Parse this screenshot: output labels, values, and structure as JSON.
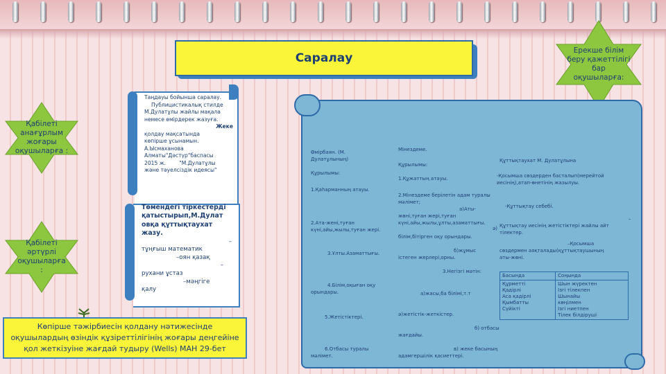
{
  "title": "Саралау",
  "stars": {
    "left_top": "Қабілеті\nанағұрлым\nжоғары\nоқушыларға :",
    "left_bottom": "Қабілеті\nәртүрлі\nоқушыларға\n:",
    "right_top": "Ерекше білім\nберу қажеттілігі\nбар\nоқушыларға:"
  },
  "scroll1": {
    "lines": [
      "Таңдауы бойынша саралау.",
      "Публицистикалық стилде",
      "М.Дулатұлы жайлы мақала",
      "немесе өмірдерек жазуға.",
      "Жеке",
      "қолдау мақсатында",
      "көпірше ұсынамын.",
      "",
      "А.Ысмаханова",
      "Алматы\"Дәстүр\"баспасы",
      "2015 ж.        \"М.Дулатұлы",
      "және тәуелсіздік идеясы\""
    ]
  },
  "scroll2": {
    "bold_lines": [
      "Төмендегі тіркестерді",
      "қатыстырып,М.Дулат",
      "овқа  құттықтаухат",
      "жазу."
    ],
    "lines": [
      "–",
      "тұңғыш математик",
      "–оян қазақ",
      "–",
      "рухани ұстаз",
      "–мәңгіге",
      "қалу"
    ]
  },
  "big_scroll": {
    "col1": [
      "Өмірбаян.  (М.",
      "Дулатұлының)",
      "Құрылымы:",
      "1.Қаһарманның атауы.",
      "2.Ата-жені,туған",
      "күні,айы,жылы,туған жері.",
      "3.Ұлты.Азаматтығы.",
      "4.Білім,оқыған оқу",
      "орындары.",
      "5.Жетістіктері.",
      "6.Отбасы туралы",
      "мәлімет."
    ],
    "col2": [
      "Мінездеме.",
      "Құрылымы:",
      "1.Құжаттың атауы.",
      "2.Мінездеме берілетін адам туралы",
      "мәлімет;",
      "а)Аты-",
      "жөні,туған жері,туған",
      "күні,айы,жылы,ұлты,азаматтығы.",
      "ә)",
      "білім,бітірген оқу орындары.",
      "б)жұмыс",
      "істеген жерлері,орны.",
      "3.Негізгі мәтін:",
      "а)жасы,ба білімі,т.т",
      "ә)жетістік-жеткістер.",
      "б)  отбасы",
      "жағдайы.",
      "в) жеке басының",
      "адамгершілік қасиеттері."
    ],
    "col3": [
      "Құттықтаухат  М. Дулатұлына",
      "-Қосымша сөздерден басталып(мерейтой",
      "иесінің),атап-өнетінің жазылуы.",
      "-Құттықтау себебі.",
      "–",
      "Құттықтау иесінің жетістіктері жайлы айт",
      "тілектер.",
      "–Қосымша",
      "сөздермен аяқталады(құттықтаушының",
      "аты-жөні."
    ],
    "table": [
      [
        "Басында",
        "Соңында"
      ],
      [
        "Құрметті\nҚадірлі\nАса қадірлі\nҚымбатты\nСүйікті",
        "Шын жүректен\nІзгі тілекпен\nШынайы\nкөңілмен\nІзгі ниетпен\nТілек білдіруші"
      ]
    ]
  },
  "bottom_note": "Көпірше тәжірбиесін  қолдану нәтижесінде\nоқушылардың  өзіндік құзіреттілігінің жоғары деңгейіне\nқол жеткізуіне  жағдай  тудыру (Wells)  МАН 29-бет",
  "colors": {
    "star_green": "#8dc63f",
    "banner_yellow": "#fbf53a",
    "scroll_blue": "#7eb7d6",
    "accent_blue": "#3e7fbf",
    "text_navy": "#1d3f73"
  }
}
